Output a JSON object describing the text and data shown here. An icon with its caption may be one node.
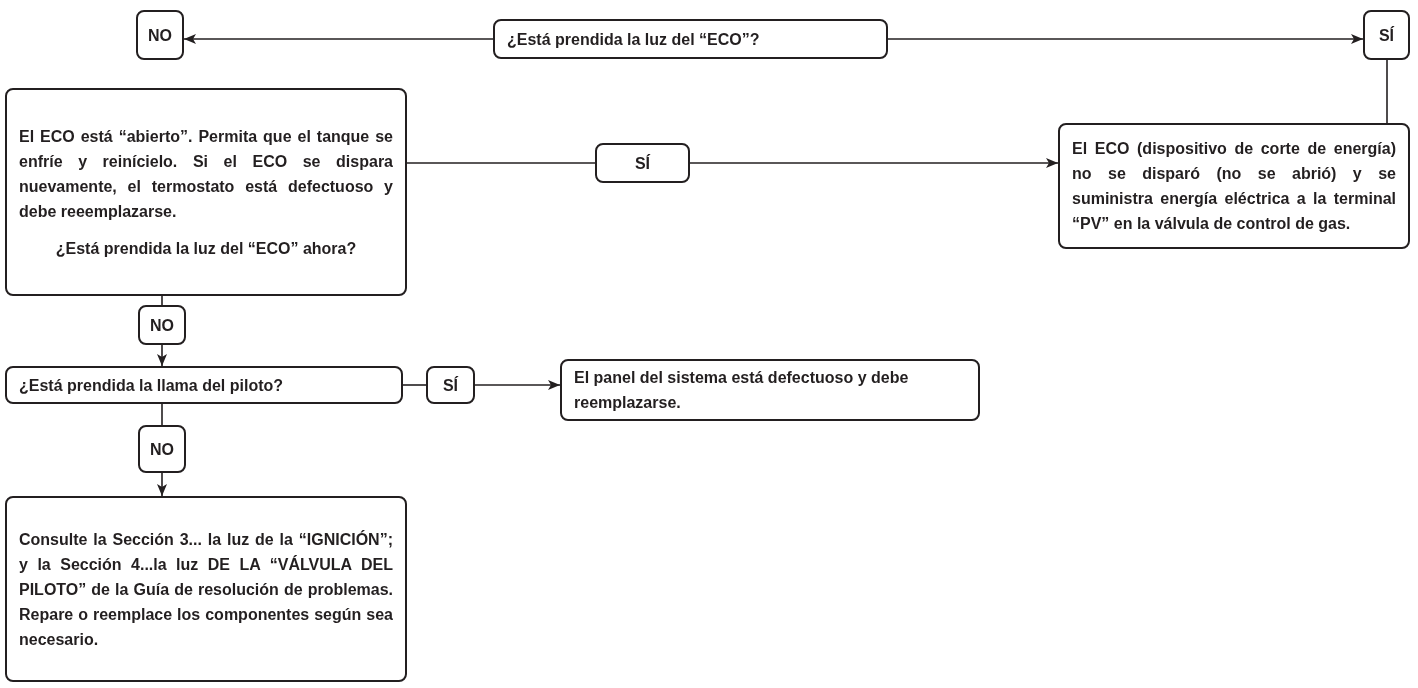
{
  "diagram": {
    "nodes": [
      {
        "text": [
          "¿Está prendida la luz del “ECO”?"
        ]
      },
      {
        "text": [
          "NO"
        ]
      },
      {
        "text": [
          "SÍ"
        ]
      },
      {
        "text": [
          "El ECO está “abierto”. Permita que el tanque se enfríe y reinícielo. Si el ECO se dispara nuevamente, el termostato está defectuoso y debe reeemplazarse.",
          "¿Está prendida la luz del “ECO” ahora?"
        ]
      },
      {
        "text": [
          "SÍ"
        ]
      },
      {
        "text": [
          "El ECO (dispositivo de corte de energía) no se disparó (no se abrió) y se suministra energía eléctrica a la terminal “PV” en la válvula de control de gas."
        ]
      },
      {
        "text": [
          "NO"
        ]
      },
      {
        "text": [
          "¿Está prendida la llama del piloto?"
        ]
      },
      {
        "text": [
          "SÍ"
        ]
      },
      {
        "text": [
          "El panel del sistema está defectuoso y debe reemplazarse."
        ]
      },
      {
        "text": [
          "NO"
        ]
      },
      {
        "text": [
          "Consulte la Sección 3... la luz de la “IGNICIÓN”; y la Sección 4...la luz DE LA “VÁLVULA DEL PILOTO” de la Guía de resolución de problemas. Repare o reemplace los componentes según sea necesario."
        ]
      }
    ],
    "edges": [
      {
        "from": 0,
        "to": 1,
        "arrow": "to"
      },
      {
        "from": 0,
        "to": 2,
        "arrow": "to"
      },
      {
        "from": 2,
        "to": 5,
        "arrow": "none"
      },
      {
        "from": 3,
        "to": 4,
        "arrow": "none"
      },
      {
        "from": 4,
        "to": 5,
        "arrow": "to"
      },
      {
        "from": 3,
        "to": 6,
        "arrow": "none"
      },
      {
        "from": 6,
        "to": 7,
        "arrow": "to"
      },
      {
        "from": 7,
        "to": 8,
        "arrow": "none"
      },
      {
        "from": 8,
        "to": 9,
        "arrow": "to"
      },
      {
        "from": 7,
        "to": 10,
        "arrow": "none"
      },
      {
        "from": 10,
        "to": 11,
        "arrow": "to"
      }
    ]
  }
}
